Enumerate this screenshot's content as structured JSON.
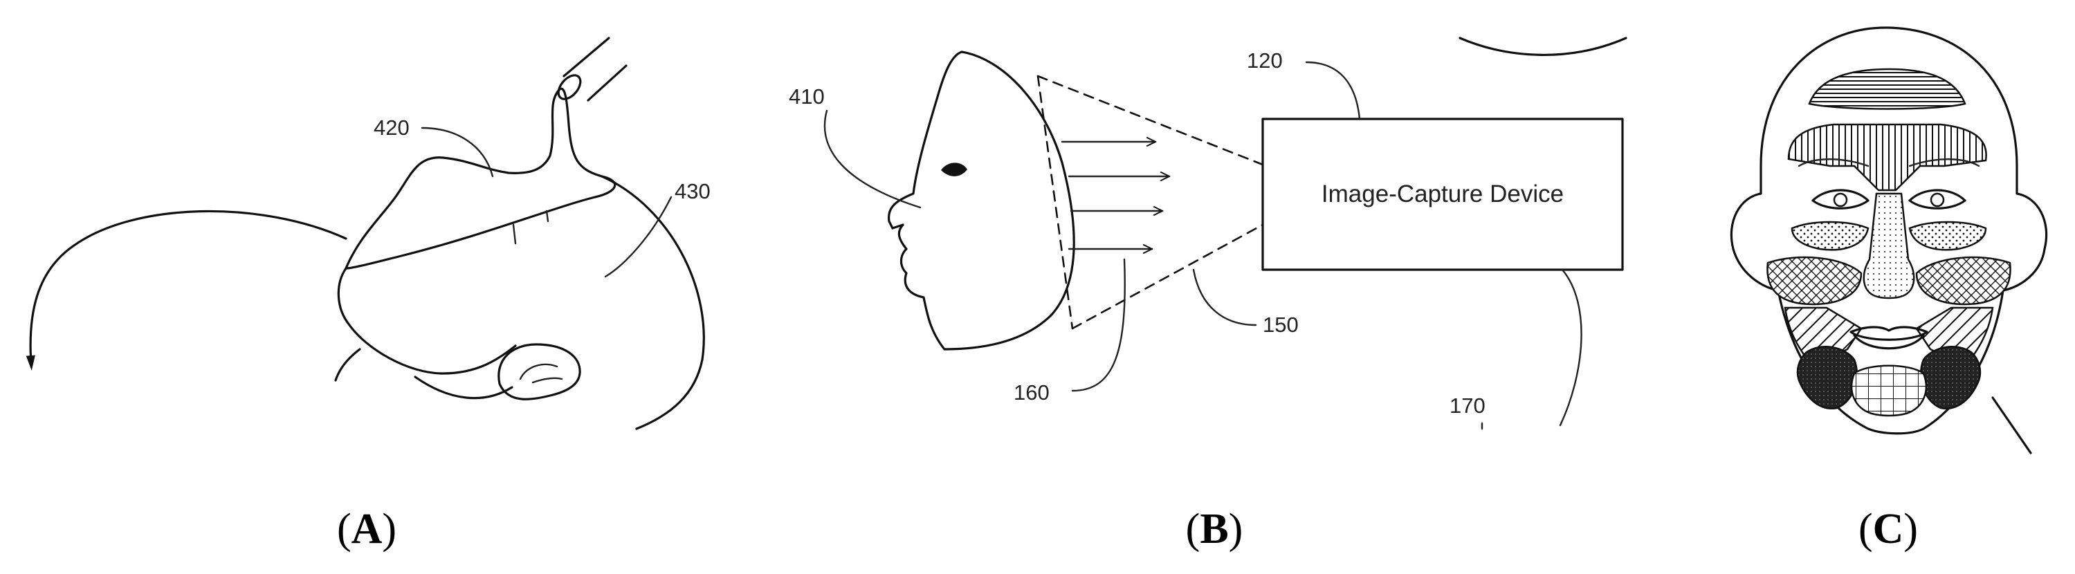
{
  "panels": {
    "a": {
      "caption_letter": "A",
      "refs": {
        "r420": "420",
        "r430": "430"
      }
    },
    "b": {
      "caption_letter": "B",
      "device_label": "Image-Capture Device",
      "refs": {
        "r410": "410",
        "r120": "120",
        "r150": "150",
        "r160": "160",
        "r170": "170"
      }
    },
    "c": {
      "caption_letter": "C"
    }
  },
  "caption_parens": {
    "open": "(",
    "close": ")"
  },
  "colors": {
    "ink": "#111111",
    "background": "#ffffff"
  }
}
